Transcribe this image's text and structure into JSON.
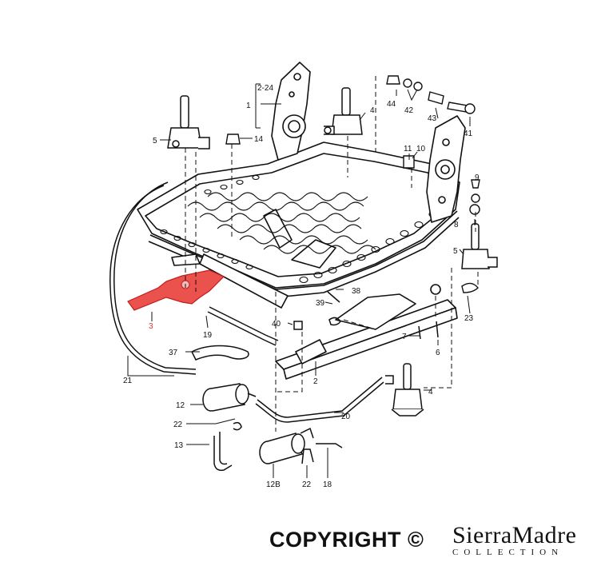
{
  "diagram": {
    "highlight_color": "#e8332e",
    "line_color": "#111111",
    "labels": {
      "l1": "1",
      "l2_24": "2-24",
      "l4a": "4",
      "l4b": "4",
      "l5a": "5",
      "l5b": "5",
      "l6": "6",
      "l7": "7",
      "l8": "8",
      "l9": "9",
      "l10": "10",
      "l11": "11",
      "l12": "12",
      "l12b": "12B",
      "l13": "13",
      "l14": "14",
      "l18": "18",
      "l19": "19",
      "l2": "2",
      "l20": "20",
      "l21": "21",
      "l22a": "22",
      "l22b": "22",
      "l23": "23",
      "l3": "3",
      "l37": "37",
      "l38": "38",
      "l39": "39",
      "l40": "40",
      "l41": "41",
      "l42": "42",
      "l43": "43",
      "l44": "44"
    }
  },
  "footer": {
    "copyright": "COPYRIGHT ©",
    "brand_main": "SierraMadre",
    "brand_sub": "COLLECTION"
  }
}
